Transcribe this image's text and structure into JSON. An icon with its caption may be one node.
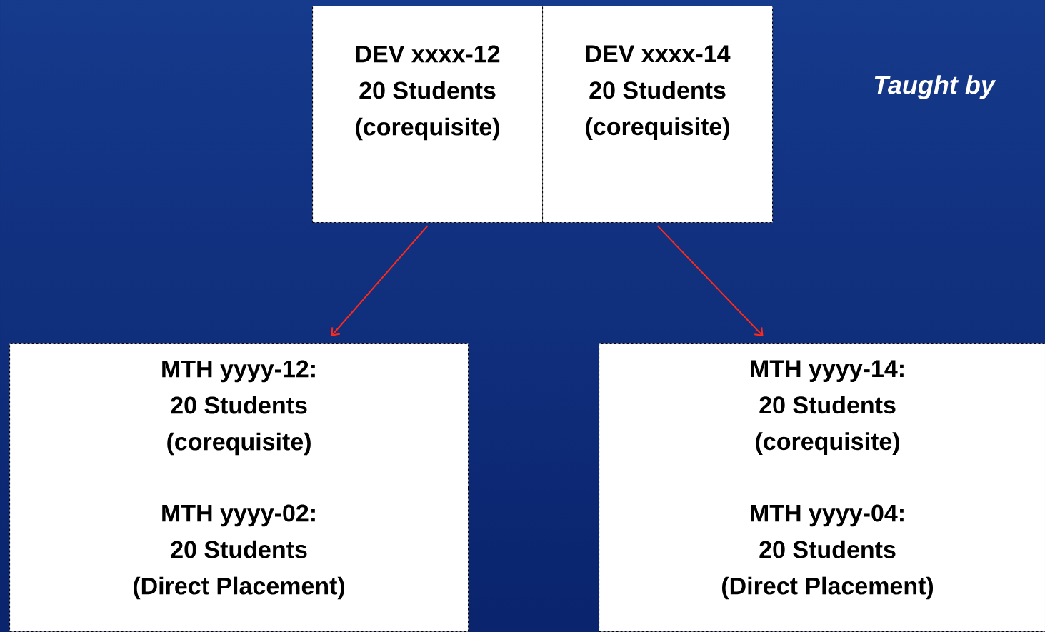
{
  "diagram": {
    "nodes": [
      {
        "text": [
          "DEV xxxx-12",
          "20 Students",
          "(corequisite)"
        ]
      },
      {
        "text": [
          "DEV xxxx-14",
          "20 Students",
          "(corequisite)"
        ]
      },
      {
        "text": [
          "MTH yyyy-12:",
          "20 Students",
          "(corequisite)"
        ]
      },
      {
        "text": [
          "MTH yyyy-02:",
          "20 Students",
          "(Direct Placement)"
        ]
      },
      {
        "text": [
          "MTH yyyy-14:",
          "20 Students",
          "(corequisite)"
        ]
      },
      {
        "text": [
          "MTH yyyy-04:",
          "20 Students",
          "(Direct Placement)"
        ]
      }
    ],
    "edges": [
      {
        "from": 0,
        "to": 2,
        "arrow": "to",
        "color": "#ff2a1a"
      },
      {
        "from": 1,
        "to": 4,
        "arrow": "to",
        "color": "#ff2a1a"
      }
    ],
    "labels": [
      "Taught by"
    ]
  }
}
